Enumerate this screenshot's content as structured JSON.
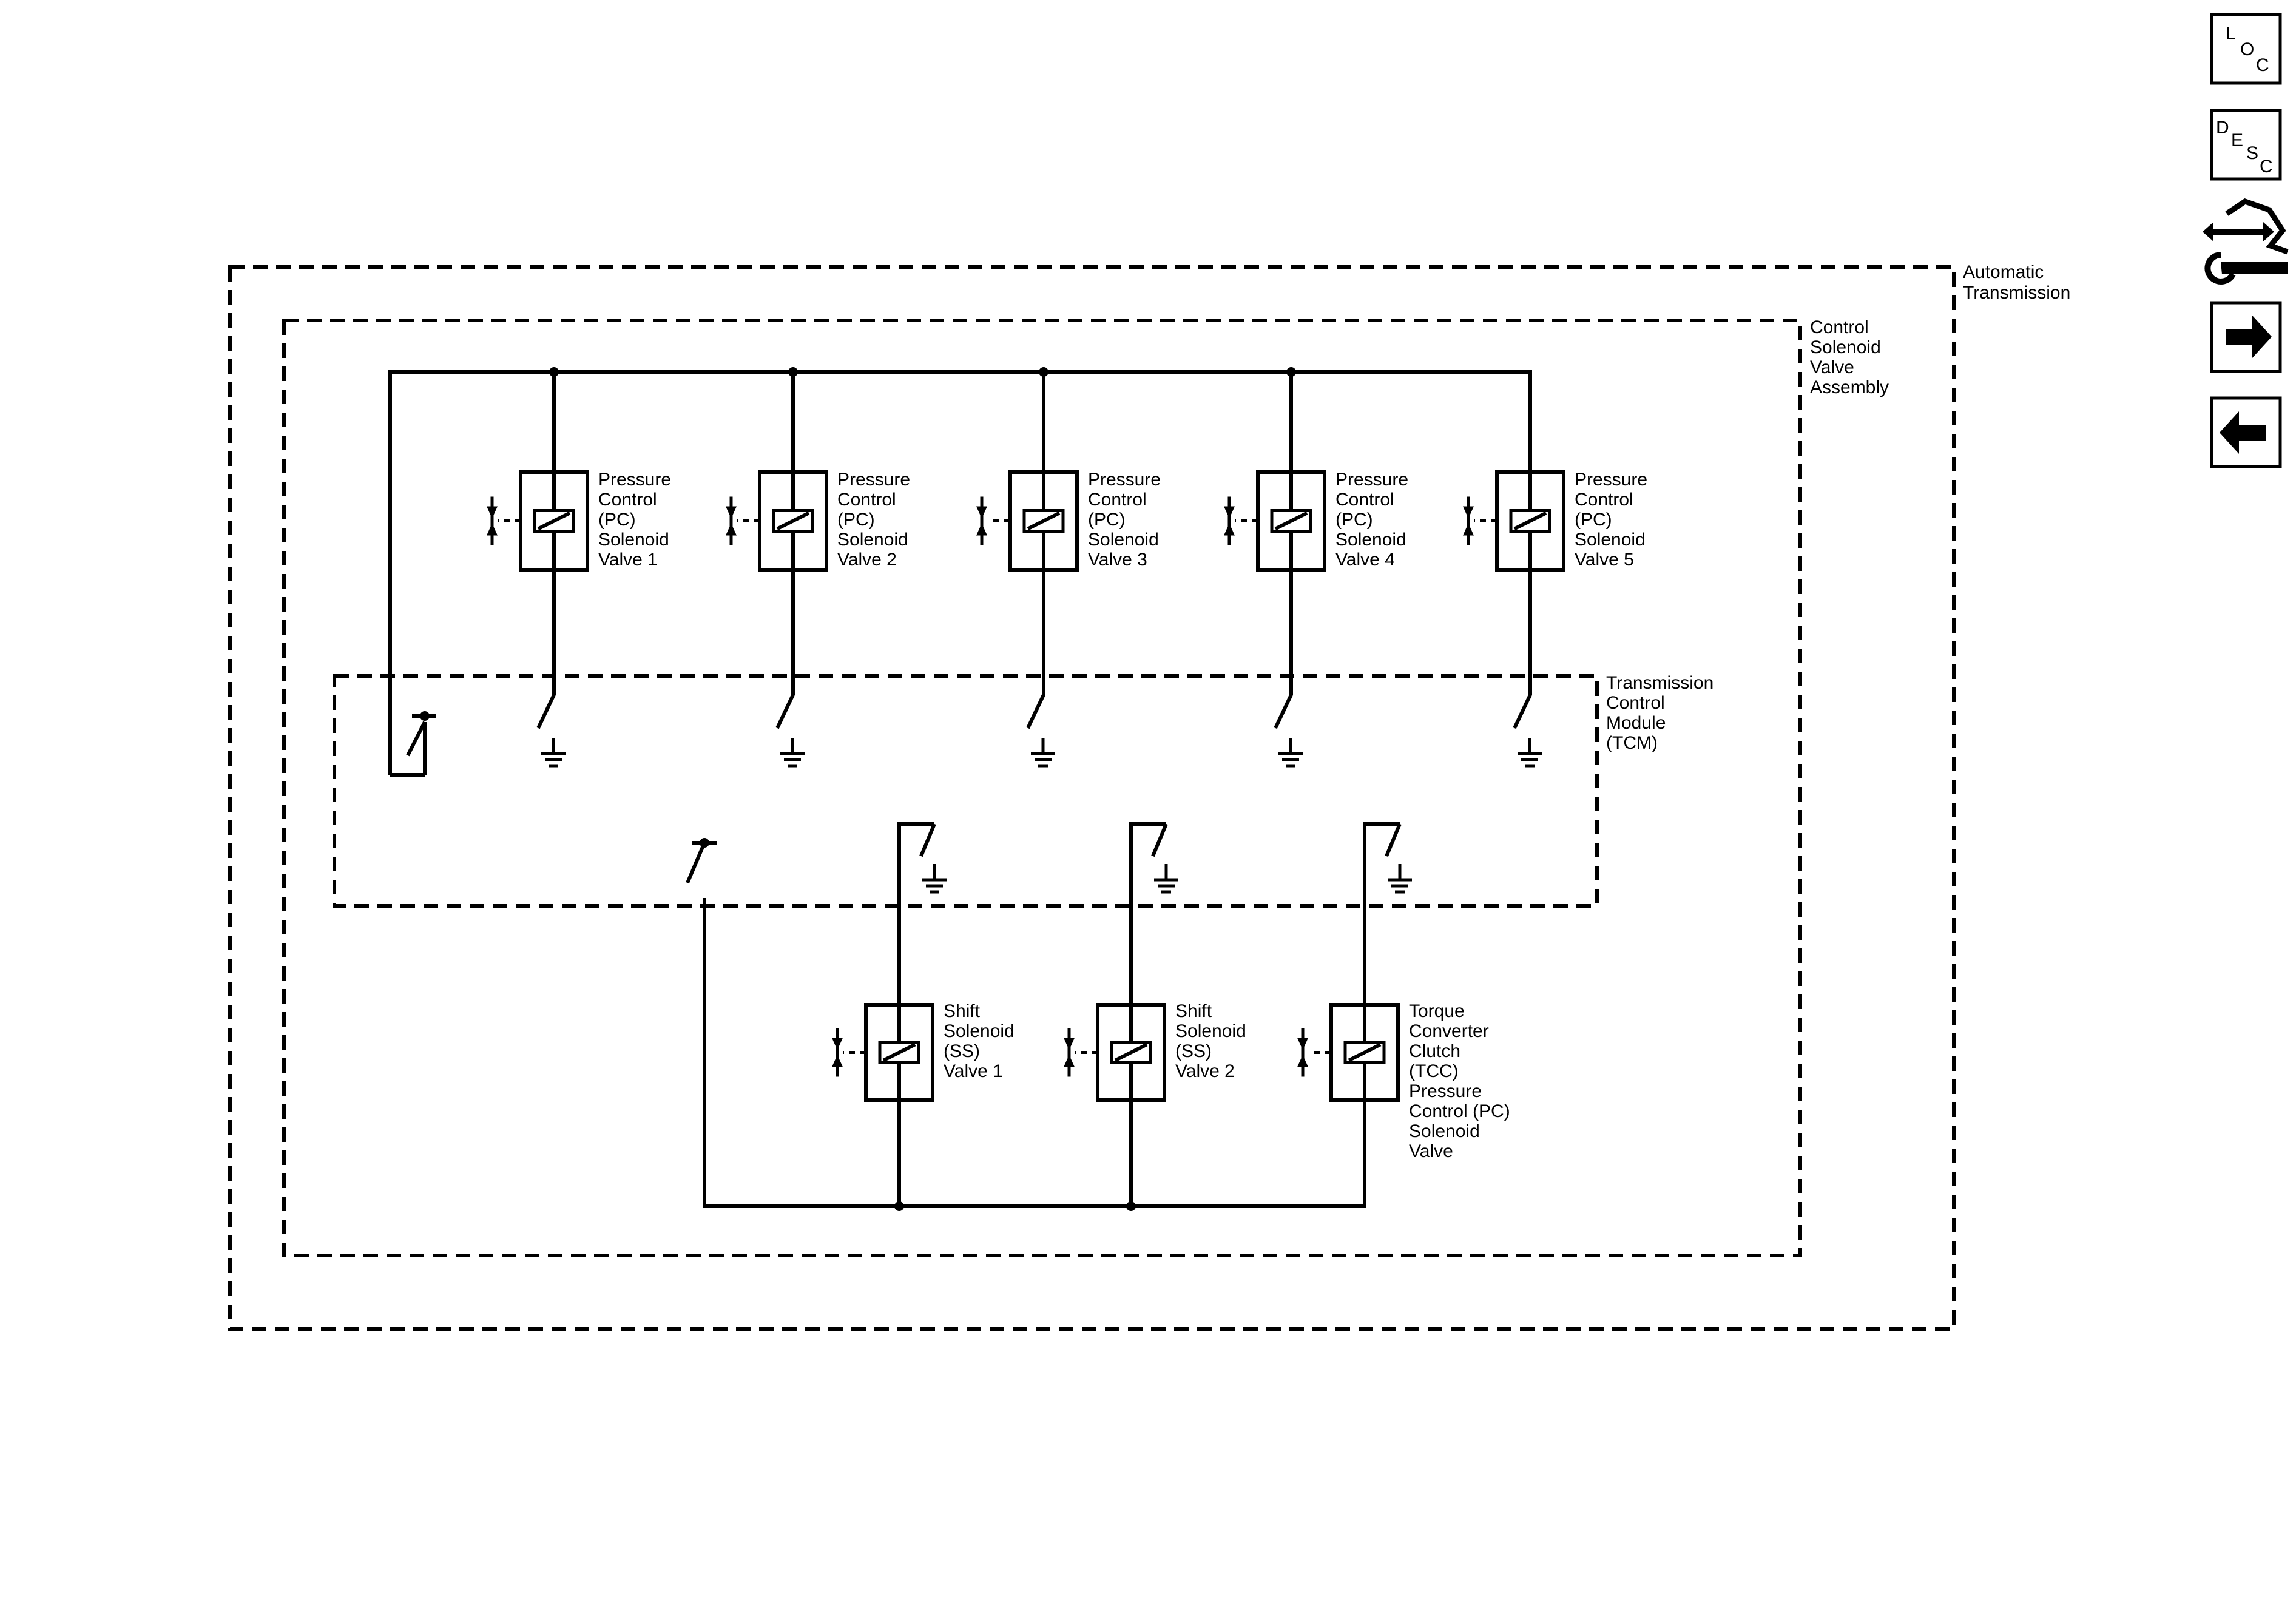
{
  "boundaries": {
    "automatic_transmission": [
      "Automatic",
      "Transmission"
    ],
    "control_solenoid_valve_assembly": [
      "Control",
      "Solenoid",
      "Valve",
      "Assembly"
    ],
    "tcm": [
      "Transmission",
      "Control",
      "Module",
      "(TCM)"
    ]
  },
  "pc_solenoids": [
    {
      "label": [
        "Pressure",
        "Control",
        "(PC)",
        "Solenoid",
        "Valve 1"
      ]
    },
    {
      "label": [
        "Pressure",
        "Control",
        "(PC)",
        "Solenoid",
        "Valve 2"
      ]
    },
    {
      "label": [
        "Pressure",
        "Control",
        "(PC)",
        "Solenoid",
        "Valve 3"
      ]
    },
    {
      "label": [
        "Pressure",
        "Control",
        "(PC)",
        "Solenoid",
        "Valve 4"
      ]
    },
    {
      "label": [
        "Pressure",
        "Control",
        "(PC)",
        "Solenoid",
        "Valve 5"
      ]
    }
  ],
  "lower_solenoids": [
    {
      "label": [
        "Shift",
        "Solenoid",
        "(SS)",
        "Valve 1"
      ]
    },
    {
      "label": [
        "Shift",
        "Solenoid",
        "(SS)",
        "Valve 2"
      ]
    },
    {
      "label": [
        "Torque",
        "Converter",
        "Clutch",
        "(TCC)",
        "Pressure",
        "Control (PC)",
        "Solenoid",
        "Valve"
      ]
    }
  ],
  "nav": {
    "loc": [
      "L",
      "O",
      "C"
    ],
    "desc": [
      "D",
      "E",
      "S",
      "C"
    ],
    "icons": [
      "loc-icon",
      "desc-icon",
      "connector-tool-icon",
      "next-arrow-icon",
      "previous-arrow-icon"
    ]
  }
}
